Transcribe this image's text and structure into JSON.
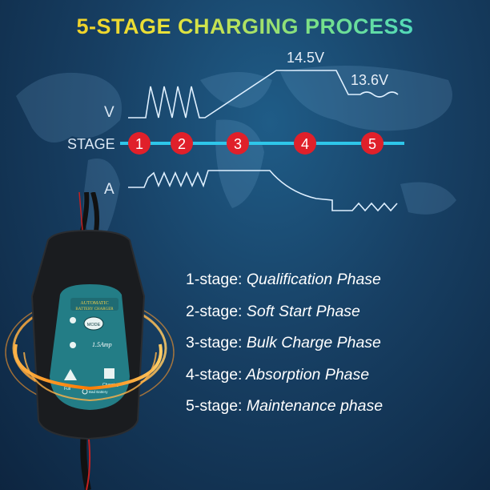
{
  "title": "5-STAGE CHARGING PROCESS",
  "graph": {
    "voltage_label": "V",
    "stage_label": "STAGE",
    "current_label": "A",
    "voltage_high": "14.5V",
    "voltage_float": "13.6V",
    "stage_numbers": [
      "1",
      "2",
      "3",
      "4",
      "5"
    ],
    "colors": {
      "line": "#2ec6ea",
      "dot": "#e0202a",
      "wave": "#dff0ff"
    }
  },
  "device": {
    "header_line1": "AUTOMATIC",
    "header_line2": "BATTERY CHARGER",
    "mode_button": "MODE",
    "rating": "1.5Amp",
    "full_label": "Full",
    "charging_label": "Charging",
    "bad_battery_label": "Bad Battery",
    "colors": {
      "body": "#1a1c1f",
      "panel": "#237d86",
      "glow": "#ff8a1a"
    }
  },
  "stages": [
    {
      "num": "1-stage:",
      "name": "Qualification Phase"
    },
    {
      "num": "2-stage:",
      "name": "Soft Start Phase"
    },
    {
      "num": "3-stage:",
      "name": "Bulk Charge Phase"
    },
    {
      "num": "4-stage:",
      "name": "Absorption Phase"
    },
    {
      "num": "5-stage:",
      "name": "Maintenance phase"
    }
  ]
}
